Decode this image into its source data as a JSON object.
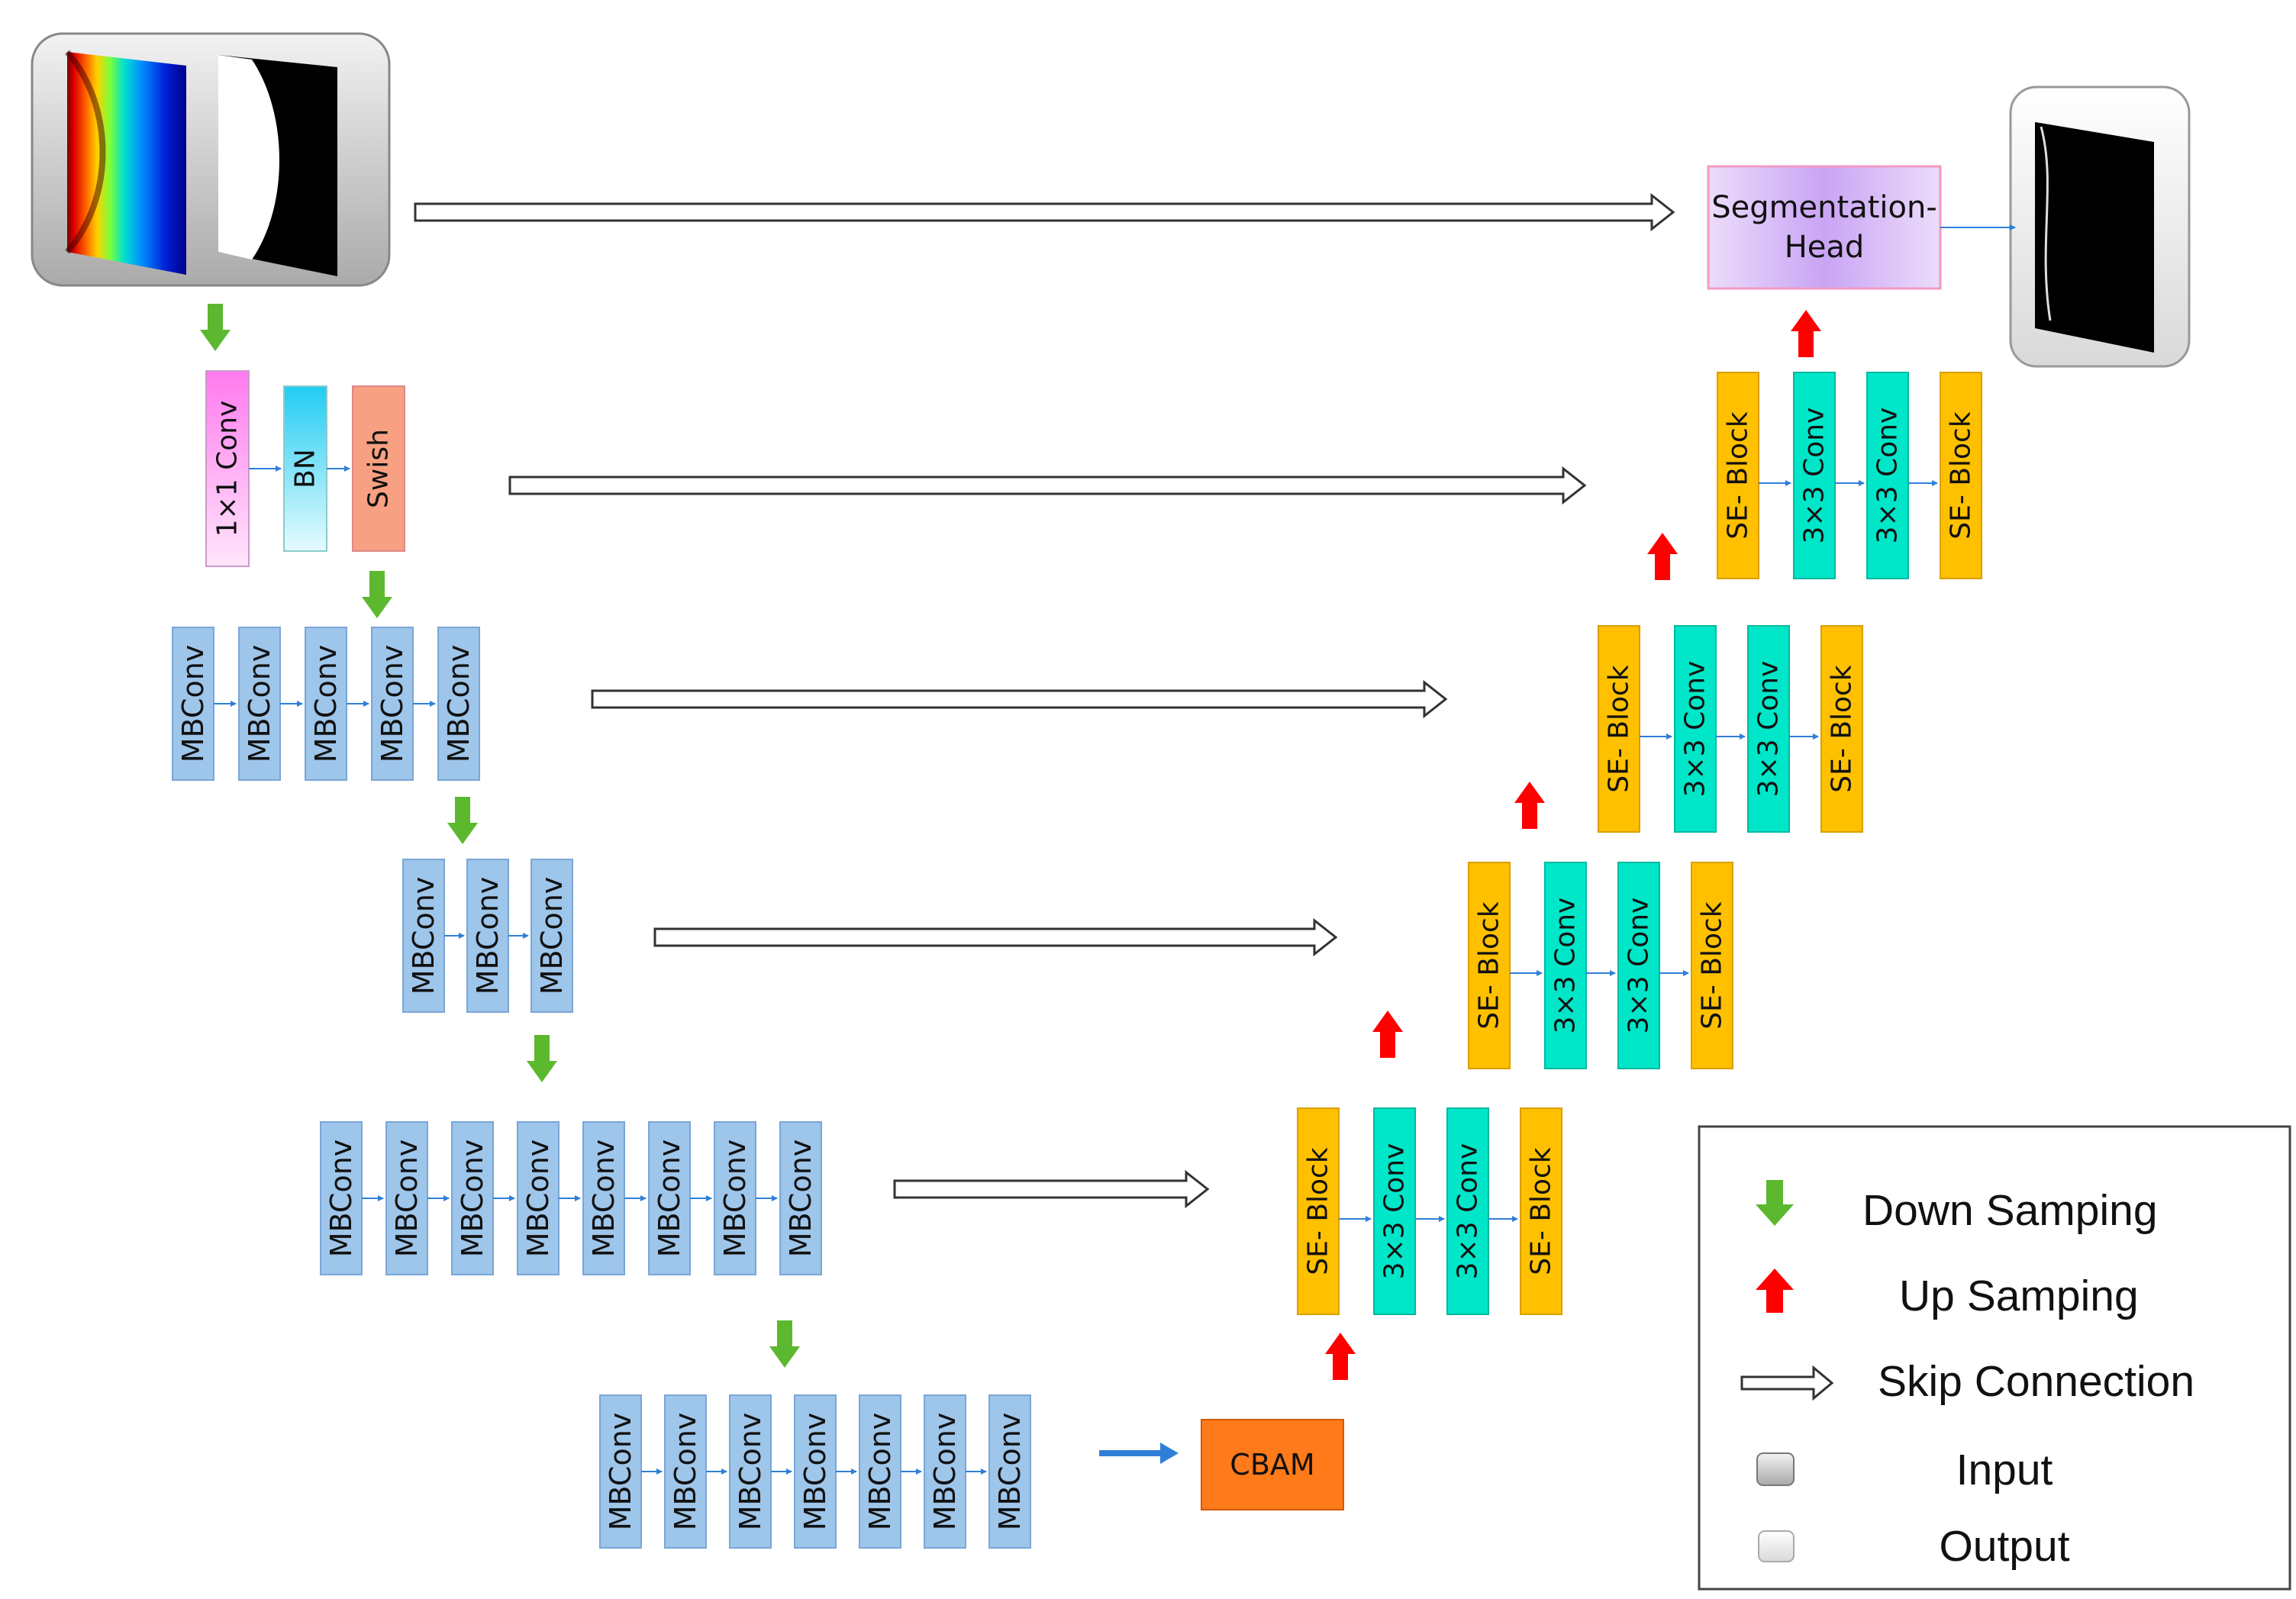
{
  "labels": {
    "conv1x1": "1×1 Conv",
    "bn": "BN",
    "swish": "Swish",
    "mbconv": "MBConv",
    "se_block": "SE- Block",
    "conv3x3": "3×3 Conv",
    "cbam": "CBAM",
    "seg_head_line1": "Segmentation-",
    "seg_head_line2": "Head"
  },
  "legend": {
    "down_sampling": "Down Samping",
    "up_sampling": "Up Samping",
    "skip_connection": "Skip Connection",
    "input": "Input",
    "output": "Output"
  },
  "encoder": {
    "stage_block_counts": [
      5,
      3,
      8,
      7
    ]
  },
  "decoder": {
    "stage_count": 4,
    "block_sequence": [
      "se_block",
      "conv3x3",
      "conv3x3",
      "se_block"
    ]
  },
  "colors": {
    "mbconv": "#9ec5ea",
    "se_block": "#ffc000",
    "conv3x3": "#00e6c8",
    "cbam": "#ff7a1a",
    "conv1x1": "#ff8cf0",
    "bn": "#33d1f5",
    "swish": "#f7a082",
    "seg_head": "#d8b6f7",
    "down_arrow": "#5cb82e",
    "up_arrow": "#ff0000",
    "flow_arrow": "#2f7fd8"
  }
}
